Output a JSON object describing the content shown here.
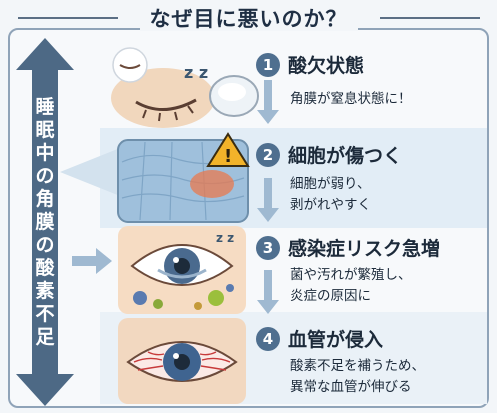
{
  "title": "なぜ目に悪いのか？",
  "side_label": "睡眠中の角膜の酸素不足",
  "steps": [
    {
      "num": "1",
      "title": "酸欠状態",
      "desc": [
        "角膜が窒息状態に！"
      ]
    },
    {
      "num": "2",
      "title": "細胞が傷つく",
      "desc": [
        "細胞が弱り、",
        "剥がれやすく"
      ]
    },
    {
      "num": "3",
      "title": "感染症リスク急増",
      "desc": [
        "菌や汚れが繁殖し、",
        "炎症の原因に"
      ]
    },
    {
      "num": "4",
      "title": "血管が侵入",
      "desc": [
        "酸素不足を補うため、",
        "異常な血管が伸びる"
      ]
    }
  ],
  "illustration_text": {
    "sleep_z": "z z",
    "warning": "!"
  },
  "colors": {
    "accent": "#4f6f8f",
    "arrow": "#4d6985",
    "band": "#e2edf6",
    "title": "#1f2f44"
  }
}
